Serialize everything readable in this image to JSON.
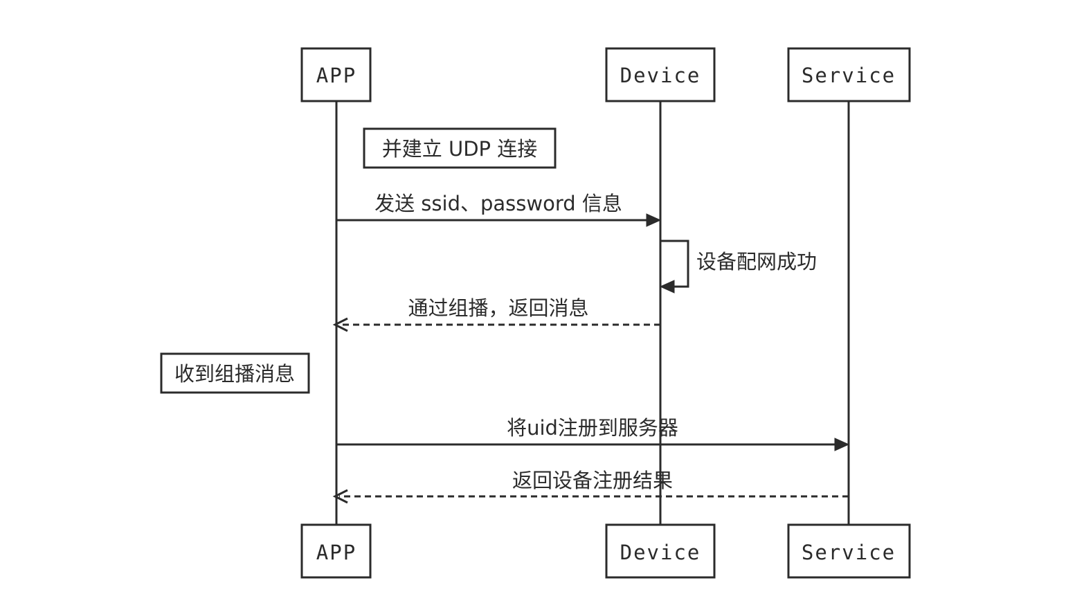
{
  "participants": [
    {
      "id": "app",
      "label": "APP"
    },
    {
      "id": "device",
      "label": "Device"
    },
    {
      "id": "service",
      "label": "Service"
    }
  ],
  "notes": {
    "udp_connect": "并建立 UDP 连接",
    "received_multicast": "收到组播消息"
  },
  "messages": {
    "send_credentials": "发送 ssid、password 信息",
    "device_network_success": "设备配网成功",
    "multicast_return": "通过组播，返回消息",
    "register_uid": "将uid注册到服务器",
    "register_result": "返回设备注册结果"
  }
}
